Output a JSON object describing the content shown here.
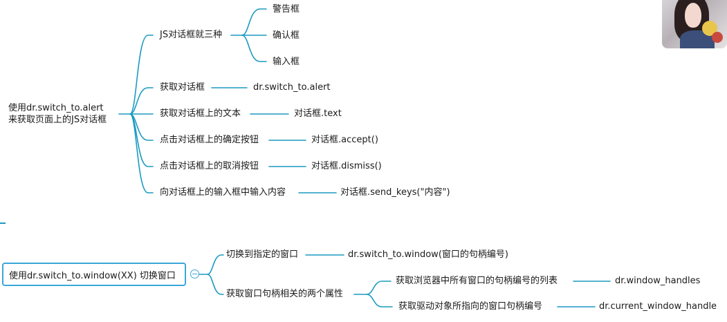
{
  "colors": {
    "line": "#1a9ac0",
    "root_border": "#3aa7d8"
  },
  "map1": {
    "root": {
      "line1": "使用dr.switch_to.alert",
      "line2": "来获取页面上的JS对话框"
    },
    "branches": [
      {
        "label": "JS对话框就三种",
        "children": [
          "警告框",
          "确认框",
          "输入框"
        ]
      },
      {
        "label": "获取对话框",
        "children": [
          "dr.switch_to.alert"
        ]
      },
      {
        "label": "获取对话框上的文本",
        "children": [
          "对话框.text"
        ]
      },
      {
        "label": "点击对话框上的确定按钮",
        "children": [
          "对话框.accept()"
        ]
      },
      {
        "label": "点击对话框上的取消按钮",
        "children": [
          "对话框.dismiss()"
        ]
      },
      {
        "label": "向对话框上的输入框中输入内容",
        "children": [
          "对话框.send_keys(\"内容\")"
        ]
      }
    ]
  },
  "map2": {
    "root": "使用dr.switch_to.window(XX) 切换窗口",
    "branches": [
      {
        "label": "切换到指定的窗口",
        "children": [
          "dr.switch_to.window(窗口的句柄编号)"
        ]
      },
      {
        "label": "获取窗口句柄相关的两个属性",
        "children": [
          {
            "label": "获取浏览器中所有窗口的句柄编号的列表",
            "value": "dr.window_handles"
          },
          {
            "label": "获取驱动对象所指向的窗口句柄编号",
            "value": "dr.current_window_handle"
          }
        ]
      }
    ]
  }
}
